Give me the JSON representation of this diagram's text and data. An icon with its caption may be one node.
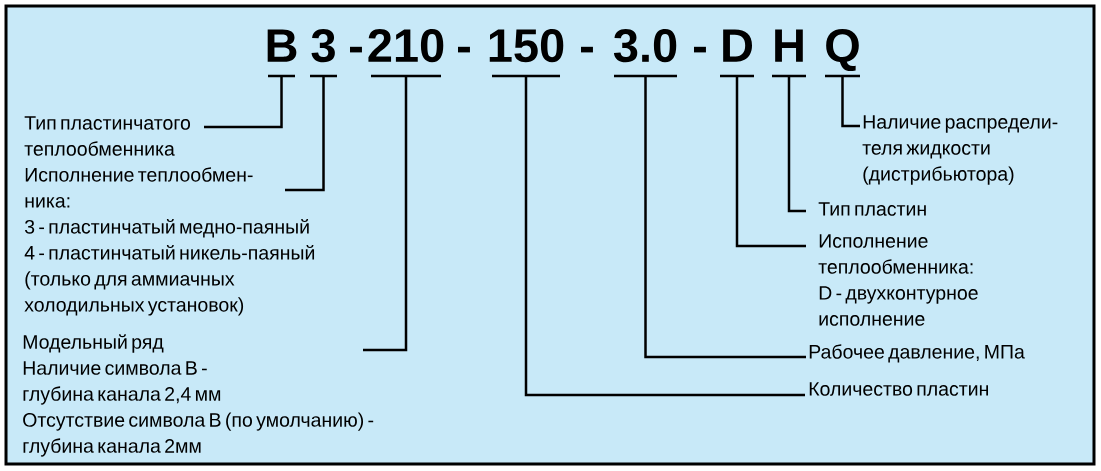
{
  "diagram": {
    "nodes": [
      {
        "text": [
          "B"
        ]
      },
      {
        "text": [
          "3"
        ]
      },
      {
        "text": [
          "210"
        ]
      },
      {
        "text": [
          "150"
        ]
      },
      {
        "text": [
          "3.0"
        ]
      },
      {
        "text": [
          "D"
        ]
      },
      {
        "text": [
          "H"
        ]
      },
      {
        "text": [
          "Q"
        ]
      },
      {
        "text": [
          "Тип пластинчатого теплообменника"
        ]
      },
      {
        "text": [
          "Исполнение теплообмен- ника:",
          "3 - пластинчатый медно-паяный",
          "4 - пластинчатый никель-паяный (только для аммиачных холодильных установок)"
        ]
      },
      {
        "text": [
          "Модельный ряд",
          "Наличие символа В - глубина канала 2,4 мм",
          "Отсутствие символа В (по умолчанию) - глубина канала 2мм"
        ]
      },
      {
        "text": [
          "Количество пластин"
        ]
      },
      {
        "text": [
          "Рабочее давление, МПа"
        ]
      },
      {
        "text": [
          "Исполнение теплообменника:",
          "D - двухконтурное исполнение"
        ]
      },
      {
        "text": [
          "Тип пластин"
        ]
      },
      {
        "text": [
          "Наличие распредели- теля жидкости (дистрибьютора)"
        ]
      }
    ],
    "edges": [
      {
        "from": 8,
        "to": 0,
        "arrow": "none"
      },
      {
        "from": 9,
        "to": 1,
        "arrow": "none"
      },
      {
        "from": 10,
        "to": 2,
        "arrow": "none"
      },
      {
        "from": 11,
        "to": 3,
        "arrow": "none"
      },
      {
        "from": 12,
        "to": 4,
        "arrow": "none"
      },
      {
        "from": 13,
        "to": 5,
        "arrow": "none"
      },
      {
        "from": 14,
        "to": 6,
        "arrow": "none"
      },
      {
        "from": 15,
        "to": 7,
        "arrow": "none"
      }
    ],
    "labels": [
      "-",
      "-",
      "-",
      "-"
    ]
  }
}
